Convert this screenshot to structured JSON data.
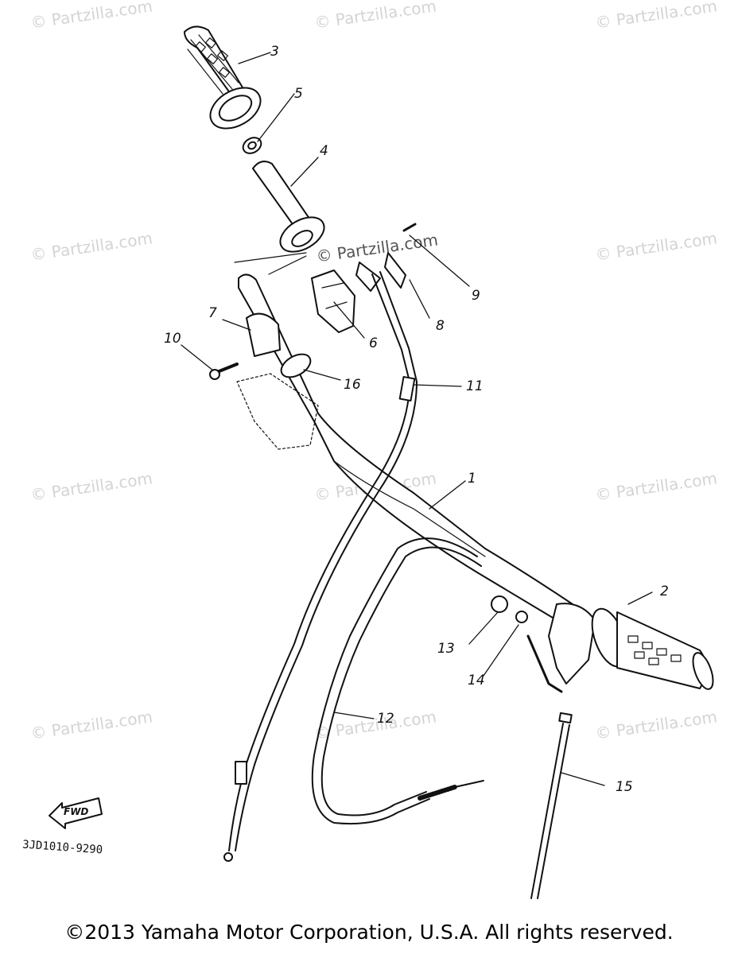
{
  "watermarks": [
    "© Partzilla.com",
    "© Partzilla.com",
    "© Partzilla.com",
    "© Partzilla.com",
    "© Partzilla.com",
    "© Partzilla.com",
    "© Partzilla.com",
    "© Partzilla.com",
    "© Partzilla.com",
    "© Partzilla.com",
    "© Partzilla.com",
    "© Partzilla.com"
  ],
  "callouts": [
    "1",
    "2",
    "3",
    "4",
    "5",
    "6",
    "7",
    "8",
    "9",
    "10",
    "11",
    "12",
    "13",
    "14",
    "15",
    "16"
  ],
  "diagram_code": "3JD1010-9290",
  "fwd_label": "FWD",
  "copyright": "©2013 Yamaha Motor Corporation, U.S.A. All rights reserved."
}
